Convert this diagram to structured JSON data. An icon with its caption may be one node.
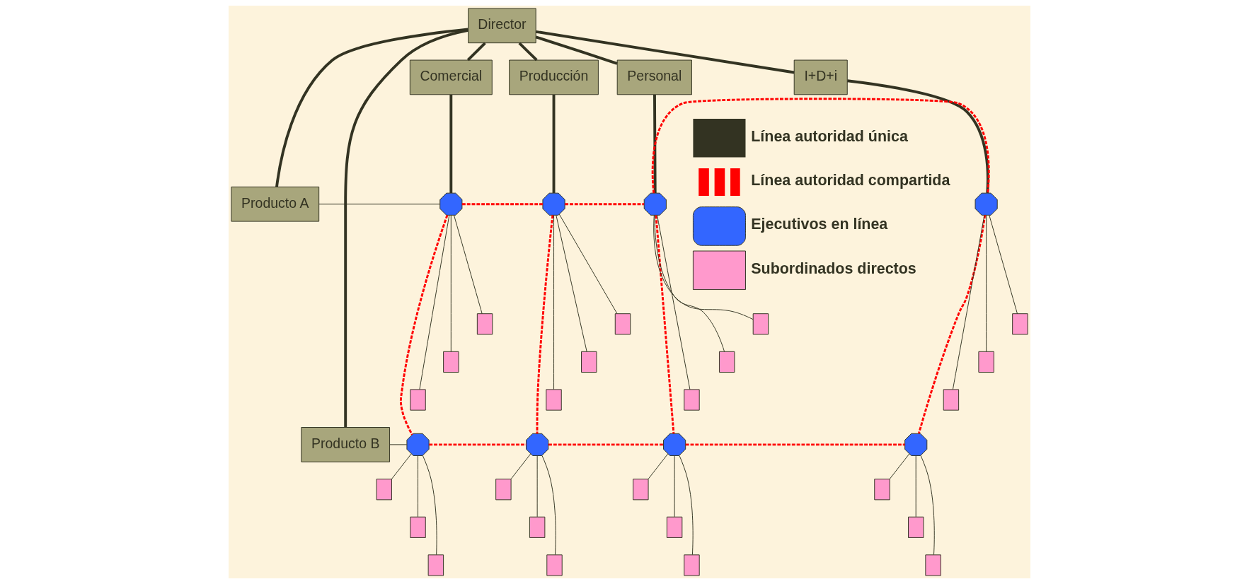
{
  "diagram": {
    "nodes": [
      {
        "text": [
          "Director"
        ]
      },
      {
        "text": [
          "Comercial"
        ]
      },
      {
        "text": [
          "Producción"
        ]
      },
      {
        "text": [
          "Personal"
        ]
      },
      {
        "text": [
          "I+D+i"
        ]
      },
      {
        "text": [
          "Producto A"
        ]
      },
      {
        "text": [
          "Producto B"
        ]
      },
      {
        "text": [],
        "shape": "octagon"
      },
      {
        "text": [],
        "shape": "octagon"
      },
      {
        "text": [],
        "shape": "octagon"
      },
      {
        "text": [],
        "shape": "octagon"
      },
      {
        "text": [],
        "shape": "octagon"
      },
      {
        "text": [],
        "shape": "octagon"
      },
      {
        "text": [],
        "shape": "octagon"
      },
      {
        "text": [],
        "shape": "octagon"
      },
      {
        "text": [],
        "shape": "box"
      },
      {
        "text": [],
        "shape": "box"
      },
      {
        "text": [],
        "shape": "box"
      },
      {
        "text": [],
        "shape": "box"
      },
      {
        "text": [],
        "shape": "box"
      },
      {
        "text": [],
        "shape": "box"
      },
      {
        "text": [],
        "shape": "box"
      },
      {
        "text": [],
        "shape": "box"
      },
      {
        "text": [],
        "shape": "box"
      },
      {
        "text": [],
        "shape": "box"
      },
      {
        "text": [],
        "shape": "box"
      },
      {
        "text": [],
        "shape": "box"
      },
      {
        "text": [],
        "shape": "box"
      },
      {
        "text": [],
        "shape": "box"
      },
      {
        "text": [],
        "shape": "box"
      },
      {
        "text": [],
        "shape": "box"
      },
      {
        "text": [],
        "shape": "box"
      },
      {
        "text": [],
        "shape": "box"
      },
      {
        "text": [],
        "shape": "box"
      },
      {
        "text": [],
        "shape": "box"
      },
      {
        "text": [],
        "shape": "box"
      },
      {
        "text": [],
        "shape": "box"
      },
      {
        "text": [],
        "shape": "box"
      },
      {
        "text": [],
        "shape": "box"
      }
    ],
    "edges": [
      {
        "from": 0,
        "to": 1,
        "arrow": "none",
        "style": "thick"
      },
      {
        "from": 0,
        "to": 2,
        "arrow": "none",
        "style": "thick"
      },
      {
        "from": 0,
        "to": 3,
        "arrow": "none",
        "style": "thick"
      },
      {
        "from": 0,
        "to": 4,
        "arrow": "none",
        "style": "thick"
      },
      {
        "from": 0,
        "to": 5,
        "arrow": "none",
        "style": "thick"
      },
      {
        "from": 0,
        "to": 6,
        "arrow": "none",
        "style": "thick"
      },
      {
        "from": 1,
        "to": 7,
        "arrow": "none",
        "style": "thick"
      },
      {
        "from": 2,
        "to": 8,
        "arrow": "none",
        "style": "thick"
      },
      {
        "from": 3,
        "to": 9,
        "arrow": "none",
        "style": "thick"
      },
      {
        "from": 4,
        "to": 10,
        "arrow": "none",
        "style": "thick"
      },
      {
        "from": 5,
        "to": 7,
        "arrow": "none"
      },
      {
        "from": 6,
        "to": 11,
        "arrow": "none"
      },
      {
        "from": 7,
        "to": 8,
        "arrow": "none",
        "style": "dashed",
        "color": "#ff0000"
      },
      {
        "from": 8,
        "to": 9,
        "arrow": "none",
        "style": "dashed",
        "color": "#ff0000"
      },
      {
        "from": 9,
        "to": 10,
        "arrow": "none",
        "style": "dashed",
        "color": "#ff0000"
      },
      {
        "from": 7,
        "to": 11,
        "arrow": "none",
        "style": "dashed",
        "color": "#ff0000"
      },
      {
        "from": 8,
        "to": 12,
        "arrow": "none",
        "style": "dashed",
        "color": "#ff0000"
      },
      {
        "from": 9,
        "to": 13,
        "arrow": "none",
        "style": "dashed",
        "color": "#ff0000"
      },
      {
        "from": 10,
        "to": 14,
        "arrow": "none",
        "style": "dashed",
        "color": "#ff0000"
      },
      {
        "from": 11,
        "to": 12,
        "arrow": "none",
        "style": "dashed",
        "color": "#ff0000"
      },
      {
        "from": 12,
        "to": 13,
        "arrow": "none",
        "style": "dashed",
        "color": "#ff0000"
      },
      {
        "from": 13,
        "to": 14,
        "arrow": "none",
        "style": "dashed",
        "color": "#ff0000"
      },
      {
        "from": 7,
        "to": 15,
        "arrow": "none"
      },
      {
        "from": 7,
        "to": 16,
        "arrow": "none"
      },
      {
        "from": 7,
        "to": 17,
        "arrow": "none"
      },
      {
        "from": 8,
        "to": 18,
        "arrow": "none"
      },
      {
        "from": 8,
        "to": 19,
        "arrow": "none"
      },
      {
        "from": 8,
        "to": 20,
        "arrow": "none"
      },
      {
        "from": 9,
        "to": 21,
        "arrow": "none"
      },
      {
        "from": 9,
        "to": 22,
        "arrow": "none"
      },
      {
        "from": 9,
        "to": 23,
        "arrow": "none"
      },
      {
        "from": 10,
        "to": 24,
        "arrow": "none"
      },
      {
        "from": 10,
        "to": 25,
        "arrow": "none"
      },
      {
        "from": 10,
        "to": 26,
        "arrow": "none"
      },
      {
        "from": 11,
        "to": 27,
        "arrow": "none"
      },
      {
        "from": 11,
        "to": 28,
        "arrow": "none"
      },
      {
        "from": 11,
        "to": 29,
        "arrow": "none"
      },
      {
        "from": 12,
        "to": 30,
        "arrow": "none"
      },
      {
        "from": 12,
        "to": 31,
        "arrow": "none"
      },
      {
        "from": 12,
        "to": 32,
        "arrow": "none"
      },
      {
        "from": 13,
        "to": 33,
        "arrow": "none"
      },
      {
        "from": 13,
        "to": 34,
        "arrow": "none"
      },
      {
        "from": 13,
        "to": 35,
        "arrow": "none"
      },
      {
        "from": 14,
        "to": 36,
        "arrow": "none"
      },
      {
        "from": 14,
        "to": 37,
        "arrow": "none"
      },
      {
        "from": 14,
        "to": 38,
        "arrow": "none"
      }
    ],
    "legend": [
      {
        "text": "Línea autoridad única"
      },
      {
        "text": "Línea autoridad compartida"
      },
      {
        "text": "Ejecutivos en línea"
      },
      {
        "text": "Subordinados directos"
      }
    ]
  }
}
